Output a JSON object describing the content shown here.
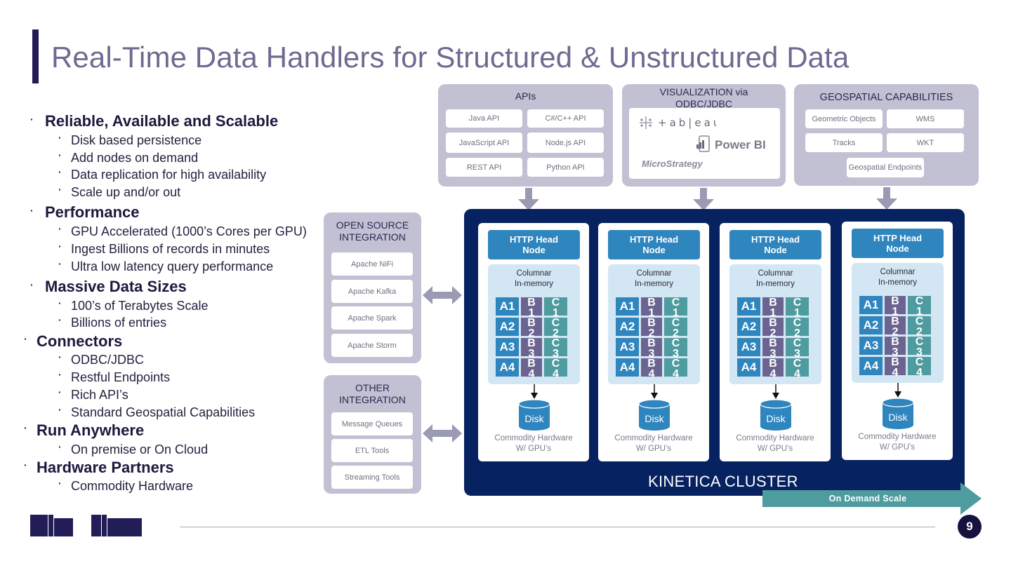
{
  "slide": {
    "title": "Real-Time Data Handlers for Structured & Unstructured Data",
    "page_number": "9"
  },
  "bullets": [
    {
      "heading": "Reliable, Available and Scalable",
      "items": [
        "Disk based persistence",
        "Add nodes on demand",
        "Data replication for high availability",
        "Scale up and/or out"
      ]
    },
    {
      "heading": "Performance",
      "items": [
        "GPU Accelerated (1000’s Cores per GPU)",
        "Ingest Billions of records in minutes",
        "Ultra low latency query performance"
      ]
    },
    {
      "heading": "Massive Data Sizes",
      "items": [
        "100’s of Terabytes Scale",
        "Billions of entries"
      ]
    },
    {
      "heading": "Connectors",
      "items": [
        "ODBC/JDBC",
        "Restful Endpoints",
        "Rich API’s",
        "Standard Geospatial Capabilities"
      ]
    },
    {
      "heading": "Run Anywhere",
      "items": [
        "On premise or On Cloud"
      ]
    },
    {
      "heading": "Hardware Partners",
      "items": [
        "Commodity Hardware"
      ]
    }
  ],
  "apis": {
    "title": "APIs",
    "items": [
      "Java API",
      "C#/C++ API",
      "JavaScript API",
      "Node.js API",
      "REST API",
      "Python API"
    ]
  },
  "visualization": {
    "title_line1": "VISUALIZATION via",
    "title_line2": "ODBC/JDBC",
    "logos": [
      "tableau",
      "Power BI",
      "MicroStrategy"
    ]
  },
  "geospatial": {
    "title": "GEOSPATIAL CAPABILITIES",
    "items": [
      "Geometric Objects",
      "WMS",
      "Tracks",
      "WKT",
      "Geospatial Endpoints"
    ]
  },
  "open_source": {
    "title_line1": "OPEN SOURCE",
    "title_line2": "INTEGRATION",
    "items": [
      "Apache NiFi",
      "Apache Kafka",
      "Apache Spark",
      "Apache Storm"
    ]
  },
  "other_integration": {
    "title_line1": "OTHER",
    "title_line2": "INTEGRATION",
    "items": [
      "Message Queues",
      "ETL Tools",
      "Streaming Tools"
    ]
  },
  "cluster": {
    "label": "KINETICA CLUSTER",
    "scale_label": "On Demand Scale",
    "node": {
      "head_line1": "HTTP Head",
      "head_line2": "Node",
      "mem_line1": "Columnar",
      "mem_line2": "In-memory",
      "col_a": [
        "A1",
        "A2",
        "A3",
        "A4"
      ],
      "col_b": [
        "B 1",
        "B 2",
        "B 3",
        "B 4"
      ],
      "col_c": [
        "C 1",
        "C 2",
        "C 3",
        "C 4"
      ],
      "disk": "Disk",
      "hw_line1": "Commodity Hardware",
      "hw_line2": "W/ GPU’s"
    },
    "node_count": 4
  },
  "colors": {
    "title_bar": "#221c57",
    "title_text": "#6d6b90",
    "panel": "#c2c0d3",
    "cluster": "#072260",
    "head_node": "#2f85be",
    "memory": "#d3e6f3",
    "col_a": "#2f85be",
    "col_b": "#6b6491",
    "col_c": "#4e9ba0",
    "scale_arrow": "#4e9ba0",
    "arrow": "#9a9ab3"
  }
}
